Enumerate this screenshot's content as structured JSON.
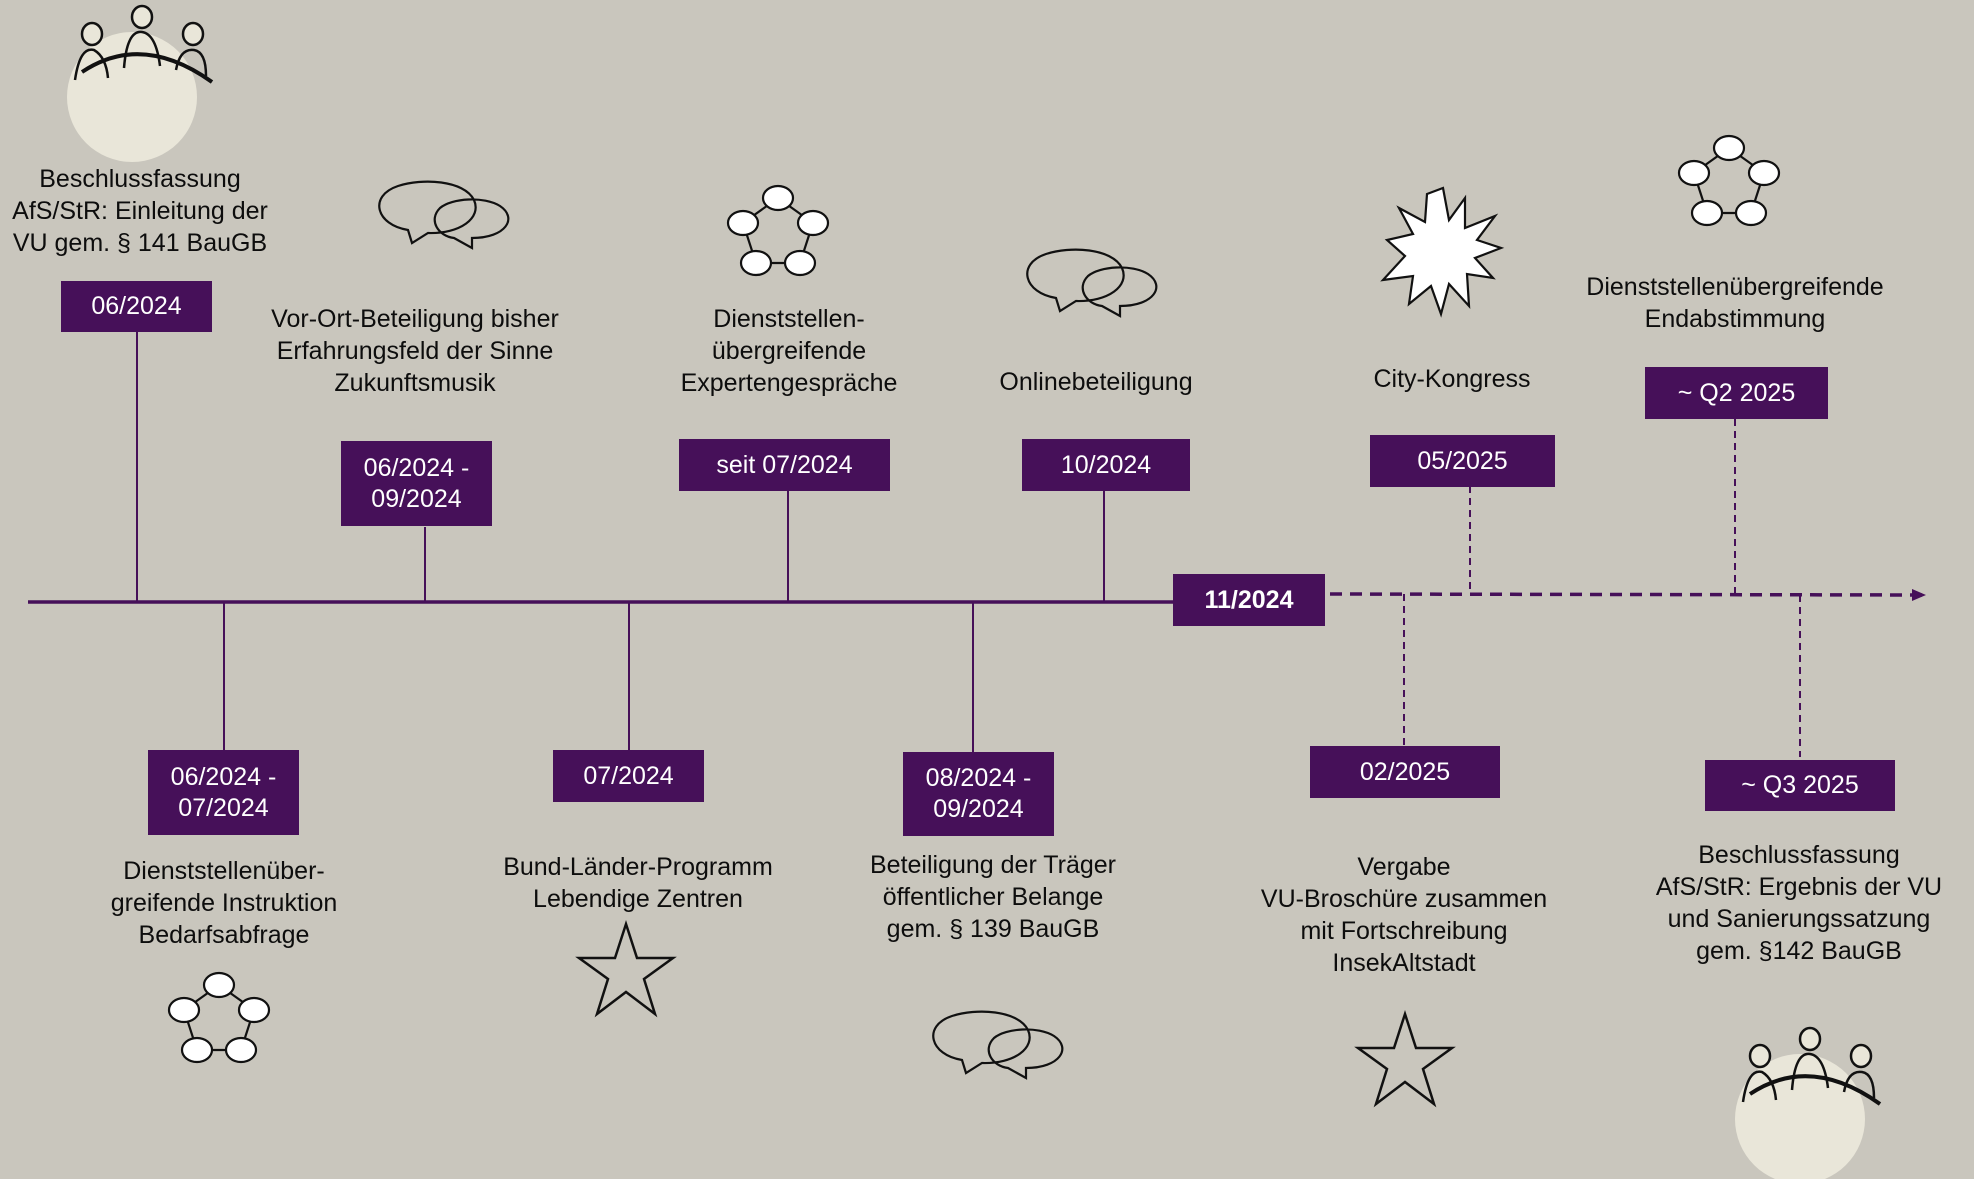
{
  "colors": {
    "background": "#c9c6bd",
    "accent": "#461059",
    "label_text": "#ffffff"
  },
  "current": {
    "date": "11/2024"
  },
  "events": [
    {
      "date": "06/2024",
      "label": "Beschlussfassung\nAfS/StR: Einleitung der\nVU gem. § 141 BauGB",
      "icon": "people-meeting-icon"
    },
    {
      "date": "06/2024 -\n07/2024",
      "label": "Dienststellenüber-\ngreifende Instruktion\nBedarfsabfrage",
      "icon": "network-circle-icon"
    },
    {
      "date": "06/2024 -\n09/2024",
      "label": "Vor-Ort-Beteiligung bisher\nErfahrungsfeld der Sinne\nZukunftsmusik",
      "icon": "speech-bubbles-icon"
    },
    {
      "date": "07/2024",
      "label": "Bund-Länder-Programm\nLebendige Zentren",
      "icon": "star-icon"
    },
    {
      "date": "seit 07/2024",
      "label": "Dienststellen-\nübergreifende\nExpertengespräche",
      "icon": "network-circle-icon"
    },
    {
      "date": "08/2024 -\n09/2024",
      "label": "Beteiligung der Träger\nöffentlicher Belange\ngem. § 139 BauGB",
      "icon": "speech-bubbles-icon"
    },
    {
      "date": "10/2024",
      "label": "Onlinebeteiligung",
      "icon": "speech-bubbles-icon"
    },
    {
      "date": "02/2025",
      "label": "Vergabe\nVU-Broschüre zusammen\nmit Fortschreibung\nInsekAltstadt",
      "icon": "star-icon"
    },
    {
      "date": "05/2025",
      "label": "City-Kongress",
      "icon": "starburst-icon"
    },
    {
      "date": "~ Q2 2025",
      "label": "Dienststellenübergreifende\nEndabstimmung",
      "icon": "network-circle-icon"
    },
    {
      "date": "~ Q3 2025",
      "label": "Beschlussfassung\nAfS/StR: Ergebnis der VU\nund Sanierungssatzung\ngem. §142 BauGB",
      "icon": "people-meeting-icon"
    }
  ]
}
